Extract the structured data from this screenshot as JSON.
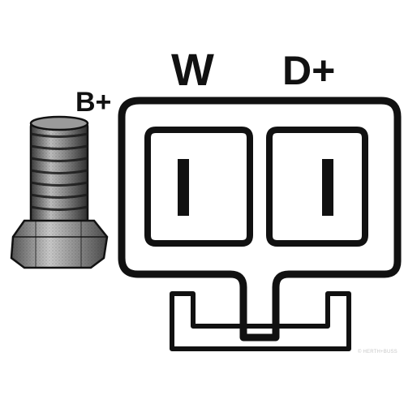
{
  "labels": {
    "w_terminal": "W",
    "d_plus_terminal": "D+",
    "b_plus_terminal": "B+"
  },
  "watermark": "© HERTH+BUSS",
  "colors": {
    "ink": "#111111",
    "background": "#ffffff",
    "bolt_shade": "#6a6a6a"
  }
}
